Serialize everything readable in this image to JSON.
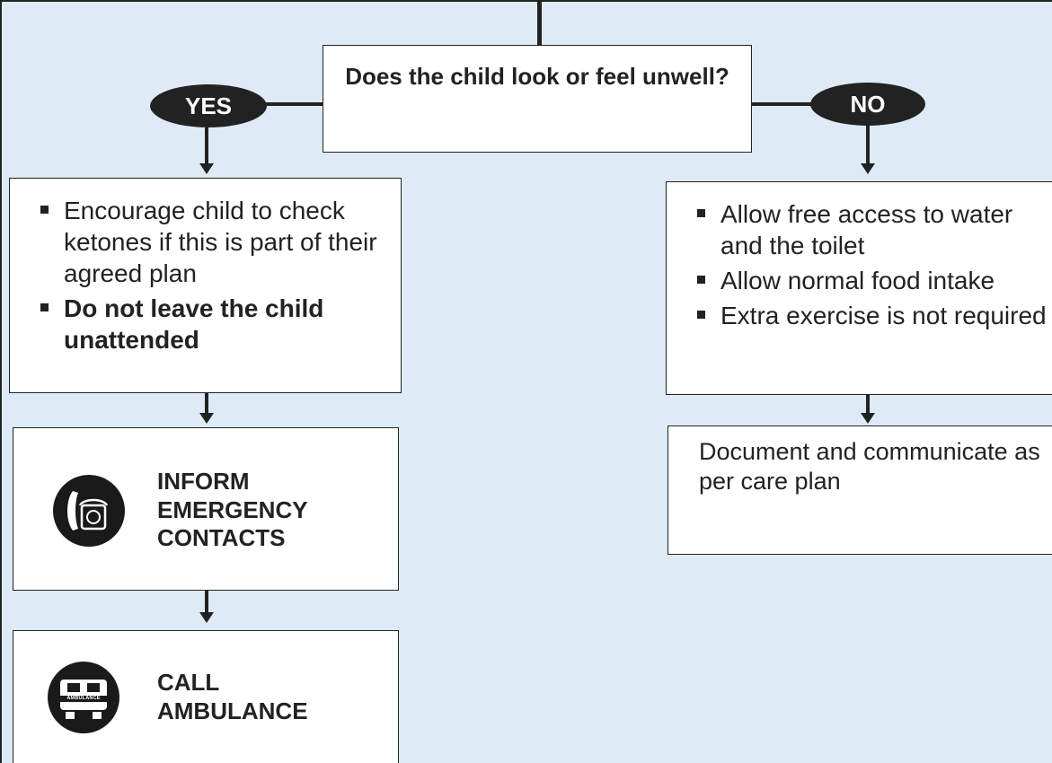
{
  "decision": {
    "question": "Does the child look or feel unwell?"
  },
  "yes_label": "YES",
  "no_label": "NO",
  "yes_actions": [
    {
      "text": "Encourage child to check ketones if this is part of their agreed plan",
      "bold": false
    },
    {
      "text": "Do not leave the child unattended",
      "bold": true
    }
  ],
  "no_actions": [
    {
      "text": "Allow free access to water and the toilet",
      "bold": false
    },
    {
      "text": "Allow normal food intake",
      "bold": false
    },
    {
      "text": "Extra exercise is not required",
      "bold": false
    }
  ],
  "inform": {
    "label_lines": [
      "INFORM",
      "EMERGENCY",
      "CONTACTS"
    ],
    "icon": "telephone-icon"
  },
  "ambulance": {
    "label_lines": [
      "CALL",
      "AMBULANCE"
    ],
    "icon": "ambulance-icon",
    "icon_text": "AMBULANCE"
  },
  "document": {
    "text": "Document and communicate as per care plan"
  },
  "colors": {
    "background": "#deebf7",
    "box": "#ffffff",
    "ink": "#222222"
  }
}
